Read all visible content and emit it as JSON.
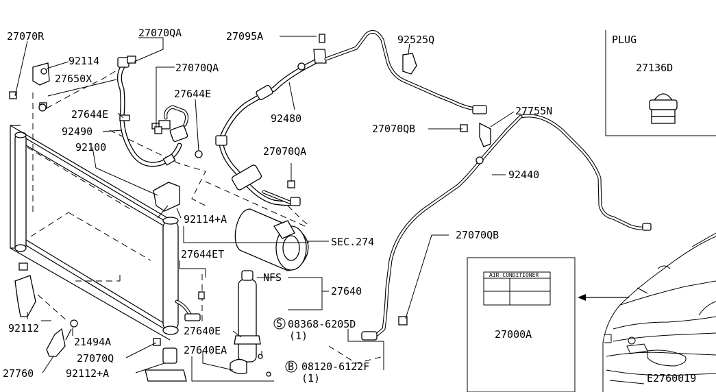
{
  "diagram": {
    "inset_plug": {
      "title": "PLUG",
      "part": "27136D"
    },
    "inset_label": {
      "sticker_text": "AIR CONDITIONER",
      "part": "27000A"
    },
    "labels": {
      "p27070R": "27070R",
      "p92114": "92114",
      "p27650X": "27650X",
      "p27644E_a": "27644E",
      "p92490": "92490",
      "p92100": "92100",
      "p27070QA_top": "27070QA",
      "p27070QA_mid": "27070QA",
      "p27644E_b": "27644E",
      "p27095A": "27095A",
      "p92480": "92480",
      "p92525Q": "92525Q",
      "p27070QB_a": "27070QB",
      "p27755N": "27755N",
      "p27070QA_low": "27070QA",
      "p92440": "92440",
      "p92114A": "92114+A",
      "sec274": "SEC.274",
      "p27070QB_b": "27070QB",
      "p27644ET": "27644ET",
      "nfs": "NFS",
      "p27640": "27640",
      "s_bolt": "08368-6205D",
      "s_symbol": "S",
      "s_qty": "(1)",
      "p27640E": "27640E",
      "p27640EA": "27640EA",
      "b_bolt": "08120-6122F",
      "b_symbol": "B",
      "b_qty": "(1)",
      "p92112": "92112",
      "p21494A": "21494A",
      "p27070Q": "27070Q",
      "p27760": "27760",
      "p92112A": "92112+A"
    },
    "diagram_id": "E2760019"
  }
}
